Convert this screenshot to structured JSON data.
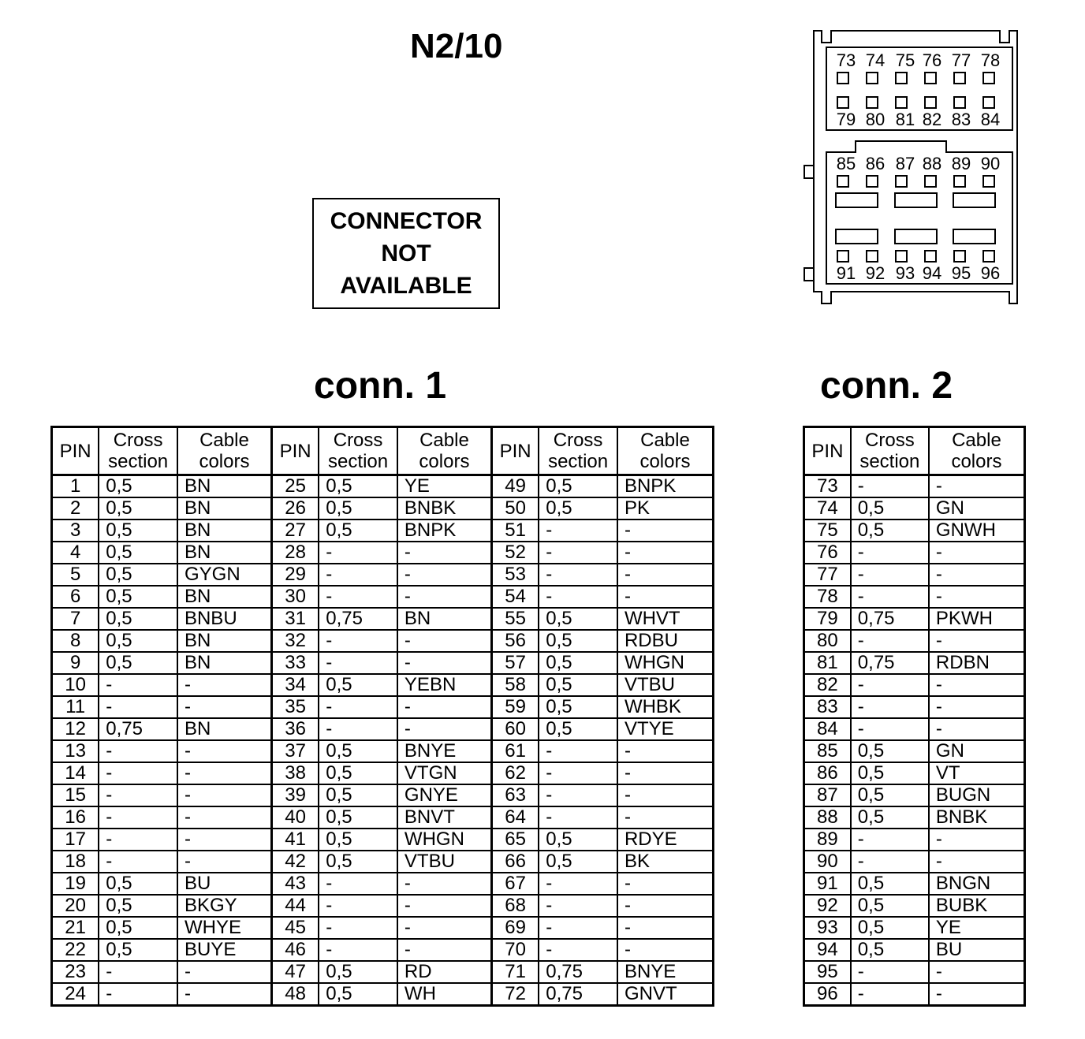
{
  "title": "N2/10",
  "not_available": [
    "CONNECTOR",
    "NOT",
    "AVAILABLE"
  ],
  "conn1": {
    "title": "conn. 1",
    "headers": {
      "pin": "PIN",
      "cross": [
        "Cross",
        "section"
      ],
      "colors": [
        "Cable",
        "colors"
      ]
    },
    "rows": [
      [
        "1",
        "0,5",
        "BN",
        "25",
        "0,5",
        "YE",
        "49",
        "0,5",
        "BNPK"
      ],
      [
        "2",
        "0,5",
        "BN",
        "26",
        "0,5",
        "BNBK",
        "50",
        "0,5",
        "PK"
      ],
      [
        "3",
        "0,5",
        "BN",
        "27",
        "0,5",
        "BNPK",
        "51",
        "-",
        "-"
      ],
      [
        "4",
        "0,5",
        "BN",
        "28",
        "-",
        "-",
        "52",
        "-",
        "-"
      ],
      [
        "5",
        "0,5",
        "GYGN",
        "29",
        "-",
        "-",
        "53",
        "-",
        "-"
      ],
      [
        "6",
        "0,5",
        "BN",
        "30",
        "-",
        "-",
        "54",
        "-",
        "-"
      ],
      [
        "7",
        "0,5",
        "BNBU",
        "31",
        "0,75",
        "BN",
        "55",
        "0,5",
        "WHVT"
      ],
      [
        "8",
        "0,5",
        "BN",
        "32",
        "-",
        "-",
        "56",
        "0,5",
        "RDBU"
      ],
      [
        "9",
        "0,5",
        "BN",
        "33",
        "-",
        "-",
        "57",
        "0,5",
        "WHGN"
      ],
      [
        "10",
        "-",
        "-",
        "34",
        "0,5",
        "YEBN",
        "58",
        "0,5",
        "VTBU"
      ],
      [
        "11",
        "-",
        "-",
        "35",
        "-",
        "-",
        "59",
        "0,5",
        "WHBK"
      ],
      [
        "12",
        "0,75",
        "BN",
        "36",
        "-",
        "-",
        "60",
        "0,5",
        "VTYE"
      ],
      [
        "13",
        "-",
        "-",
        "37",
        "0,5",
        "BNYE",
        "61",
        "-",
        "-"
      ],
      [
        "14",
        "-",
        "-",
        "38",
        "0,5",
        "VTGN",
        "62",
        "-",
        "-"
      ],
      [
        "15",
        "-",
        "-",
        "39",
        "0,5",
        "GNYE",
        "63",
        "-",
        "-"
      ],
      [
        "16",
        "-",
        "-",
        "40",
        "0,5",
        "BNVT",
        "64",
        "-",
        "-"
      ],
      [
        "17",
        "-",
        "-",
        "41",
        "0,5",
        "WHGN",
        "65",
        "0,5",
        "RDYE"
      ],
      [
        "18",
        "-",
        "-",
        "42",
        "0,5",
        "VTBU",
        "66",
        "0,5",
        "BK"
      ],
      [
        "19",
        "0,5",
        "BU",
        "43",
        "-",
        "-",
        "67",
        "-",
        "-"
      ],
      [
        "20",
        "0,5",
        "BKGY",
        "44",
        "-",
        "-",
        "68",
        "-",
        "-"
      ],
      [
        "21",
        "0,5",
        "WHYE",
        "45",
        "-",
        "-",
        "69",
        "-",
        "-"
      ],
      [
        "22",
        "0,5",
        "BUYE",
        "46",
        "-",
        "-",
        "70",
        "-",
        "-"
      ],
      [
        "23",
        "-",
        "-",
        "47",
        "0,5",
        "RD",
        "71",
        "0,75",
        "BNYE"
      ],
      [
        "24",
        "-",
        "-",
        "48",
        "0,5",
        "WH",
        "72",
        "0,75",
        "GNVT"
      ]
    ]
  },
  "conn2": {
    "title": "conn. 2",
    "headers": {
      "pin": "PIN",
      "cross": [
        "Cross",
        "section"
      ],
      "colors": [
        "Cable",
        "colors"
      ]
    },
    "rows": [
      [
        "73",
        "-",
        "-"
      ],
      [
        "74",
        "0,5",
        "GN"
      ],
      [
        "75",
        "0,5",
        "GNWH"
      ],
      [
        "76",
        "-",
        "-"
      ],
      [
        "77",
        "-",
        "-"
      ],
      [
        "78",
        "-",
        "-"
      ],
      [
        "79",
        "0,75",
        "PKWH"
      ],
      [
        "80",
        "-",
        "-"
      ],
      [
        "81",
        "0,75",
        "RDBN"
      ],
      [
        "82",
        "-",
        "-"
      ],
      [
        "83",
        "-",
        "-"
      ],
      [
        "84",
        "-",
        "-"
      ],
      [
        "85",
        "0,5",
        "GN"
      ],
      [
        "86",
        "0,5",
        "VT"
      ],
      [
        "87",
        "0,5",
        "BUGN"
      ],
      [
        "88",
        "0,5",
        "BNBK"
      ],
      [
        "89",
        "-",
        "-"
      ],
      [
        "90",
        "-",
        "-"
      ],
      [
        "91",
        "0,5",
        "BNGN"
      ],
      [
        "92",
        "0,5",
        "BUBK"
      ],
      [
        "93",
        "0,5",
        "YE"
      ],
      [
        "94",
        "0,5",
        "BU"
      ],
      [
        "95",
        "-",
        "-"
      ],
      [
        "96",
        "-",
        "-"
      ]
    ]
  },
  "connector_face": {
    "upper_top": [
      "73",
      "74",
      "75",
      "76",
      "77",
      "78"
    ],
    "upper_bottom": [
      "79",
      "80",
      "81",
      "82",
      "83",
      "84"
    ],
    "lower_top": [
      "85",
      "86",
      "87",
      "88",
      "89",
      "90"
    ],
    "lower_bottom": [
      "91",
      "92",
      "93",
      "94",
      "95",
      "96"
    ]
  }
}
